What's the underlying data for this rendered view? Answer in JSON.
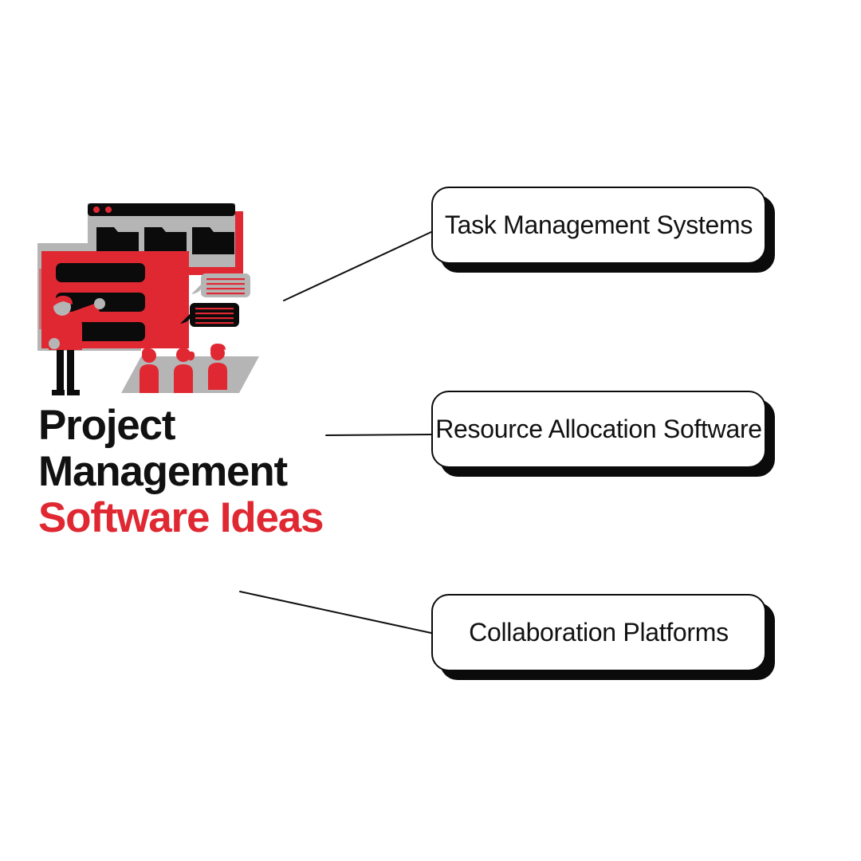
{
  "poster": {
    "background_color": "#ffffff",
    "accent_color": "#E02832",
    "ink_color": "#0b0b0b",
    "gray_color": "#B5B5B5"
  },
  "headline": {
    "line1": "Project",
    "line2": "Management",
    "line3": "Software Ideas"
  },
  "cards": [
    {
      "id": "task-management-systems",
      "label": "Task Management Systems"
    },
    {
      "id": "resource-allocation-software",
      "label": "Resource Allocation Software"
    },
    {
      "id": "collaboration-platforms",
      "label": "Collaboration Platforms"
    }
  ],
  "illustration": {
    "name": "project-management-team-illustration",
    "elements": [
      "browser-window",
      "folder-icon",
      "folder-icon",
      "folder-icon",
      "red-panel",
      "task-bar",
      "task-bar",
      "task-bar",
      "presenter-figure",
      "chat-bubble-gray",
      "chat-bubble-black",
      "audience-figure",
      "audience-figure",
      "audience-figure",
      "stage-platform"
    ]
  },
  "connectors": [
    {
      "name": "connector-line-1",
      "from": "illustration",
      "to": "task-management-systems"
    },
    {
      "name": "connector-line-2",
      "from": "illustration",
      "to": "resource-allocation-software"
    },
    {
      "name": "connector-line-3",
      "from": "illustration",
      "to": "collaboration-platforms"
    }
  ]
}
